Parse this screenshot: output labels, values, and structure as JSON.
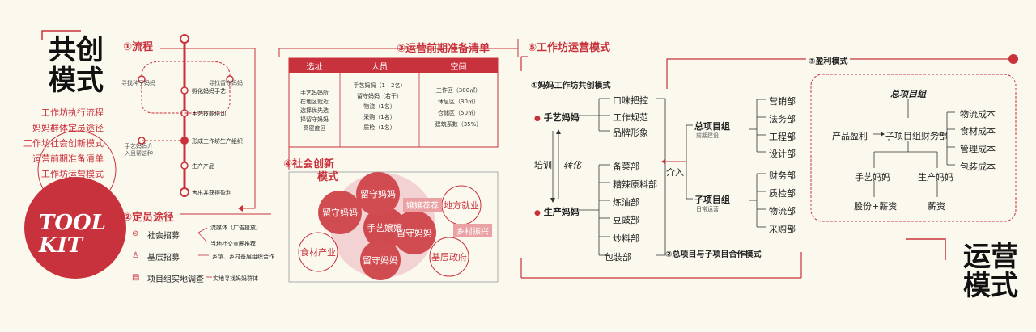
{
  "left": {
    "title_line1": "共创",
    "title_line2": "模式",
    "toc": [
      "工作坊执行流程",
      "妈妈群体定员途径",
      "工作坊社会创新模式",
      "运营前期准备清单",
      "工作坊运营模式"
    ],
    "toolkit_line1": "TOOL",
    "toolkit_line2": "KIT"
  },
  "flow": {
    "title": "①流程",
    "steps": [
      "孵化妈妈手艺",
      "手艺技能培训",
      "形成工作坊生产组织",
      "生产产品",
      "售出并获得盈利"
    ],
    "side_left": "寻找种子妈妈",
    "side_right": "寻找留守妈妈",
    "side_left2_line1": "手艺妈妈介",
    "side_left2_line2": "入且帮这种"
  },
  "recruit": {
    "title": "②定员途径",
    "items": [
      {
        "icon": "megaphone-icon",
        "label": "社会招募",
        "notes": [
          "流媒体（广告投放）",
          "当地社交宣圈推荐"
        ]
      },
      {
        "icon": "people-icon",
        "label": "基层招募",
        "notes": [
          "乡镇、乡村基层组织合作"
        ]
      },
      {
        "icon": "clipboard-icon",
        "label": "项目组实地调查",
        "notes": [
          "实地寻找妈妈群体"
        ]
      }
    ]
  },
  "checklist": {
    "title": "③运营前期准备清单",
    "headers": [
      "选址",
      "人员",
      "空间"
    ],
    "col1": [
      "手艺妈妈所",
      "在地区就近",
      "选择优先选",
      "择留守妈妈",
      "高密度区"
    ],
    "col2": [
      "手艺妈妈（1—2名）",
      "留守妈妈（若干）",
      "物流（1名）",
      "采购（1名）",
      "质检（1名）"
    ],
    "col3": [
      "工作区（300㎡）",
      "休息区（30㎡）",
      "仓储区（50㎡）",
      "建筑系数（35%）"
    ]
  },
  "innovation": {
    "title_line1": "④社会创新",
    "title_line2": "模式",
    "center": "手艺嬢嬢",
    "filled": [
      "留守妈妈",
      "留守妈妈",
      "留守妈妈",
      "留守妈妈"
    ],
    "tag1": "嬢嬢荐荐",
    "tag2": "乡村振兴",
    "outer": [
      "地方就业",
      "食材产业",
      "基层政府"
    ]
  },
  "ops": {
    "title": "⑤工作坊运营模式",
    "sub1": "①妈妈工作坊共创模式",
    "craft_mom": "手艺妈妈",
    "prod_mom": "生产妈妈",
    "train": "培训",
    "transform": "转化",
    "craft_items": [
      "口味把控",
      "工作规范",
      "品牌形象"
    ],
    "prod_items": [
      "备菜部",
      "糟辣原料部",
      "炼油部",
      "豆豉部",
      "炒料部",
      "包装部"
    ],
    "intervene": "介入",
    "main_group": "总项目组",
    "main_group_note": "前期建设",
    "sub_group": "子项目组",
    "sub_group_note": "日常运营",
    "main_depts": [
      "营销部",
      "法务部",
      "工程部",
      "设计部"
    ],
    "sub_depts": [
      "财务部",
      "质检部",
      "物流部",
      "采购部"
    ],
    "coop": "②总项目与子项目合作模式",
    "profit_title": "③盈利模式",
    "profit": {
      "top": "总项目组",
      "left": "产品盈利",
      "mid": "子项目组财务部",
      "costs": [
        "物流成本",
        "食材成本",
        "管理成本",
        "包装成本"
      ],
      "craft": "手艺妈妈",
      "prod": "生产妈妈",
      "craft_pay": "股份+薪资",
      "prod_pay": "薪资"
    },
    "right_title_line1": "运营",
    "right_title_line2": "模式"
  },
  "colors": {
    "accent": "#c8323c",
    "light": "#e9a1a4",
    "bg": "#fbf8ee"
  }
}
